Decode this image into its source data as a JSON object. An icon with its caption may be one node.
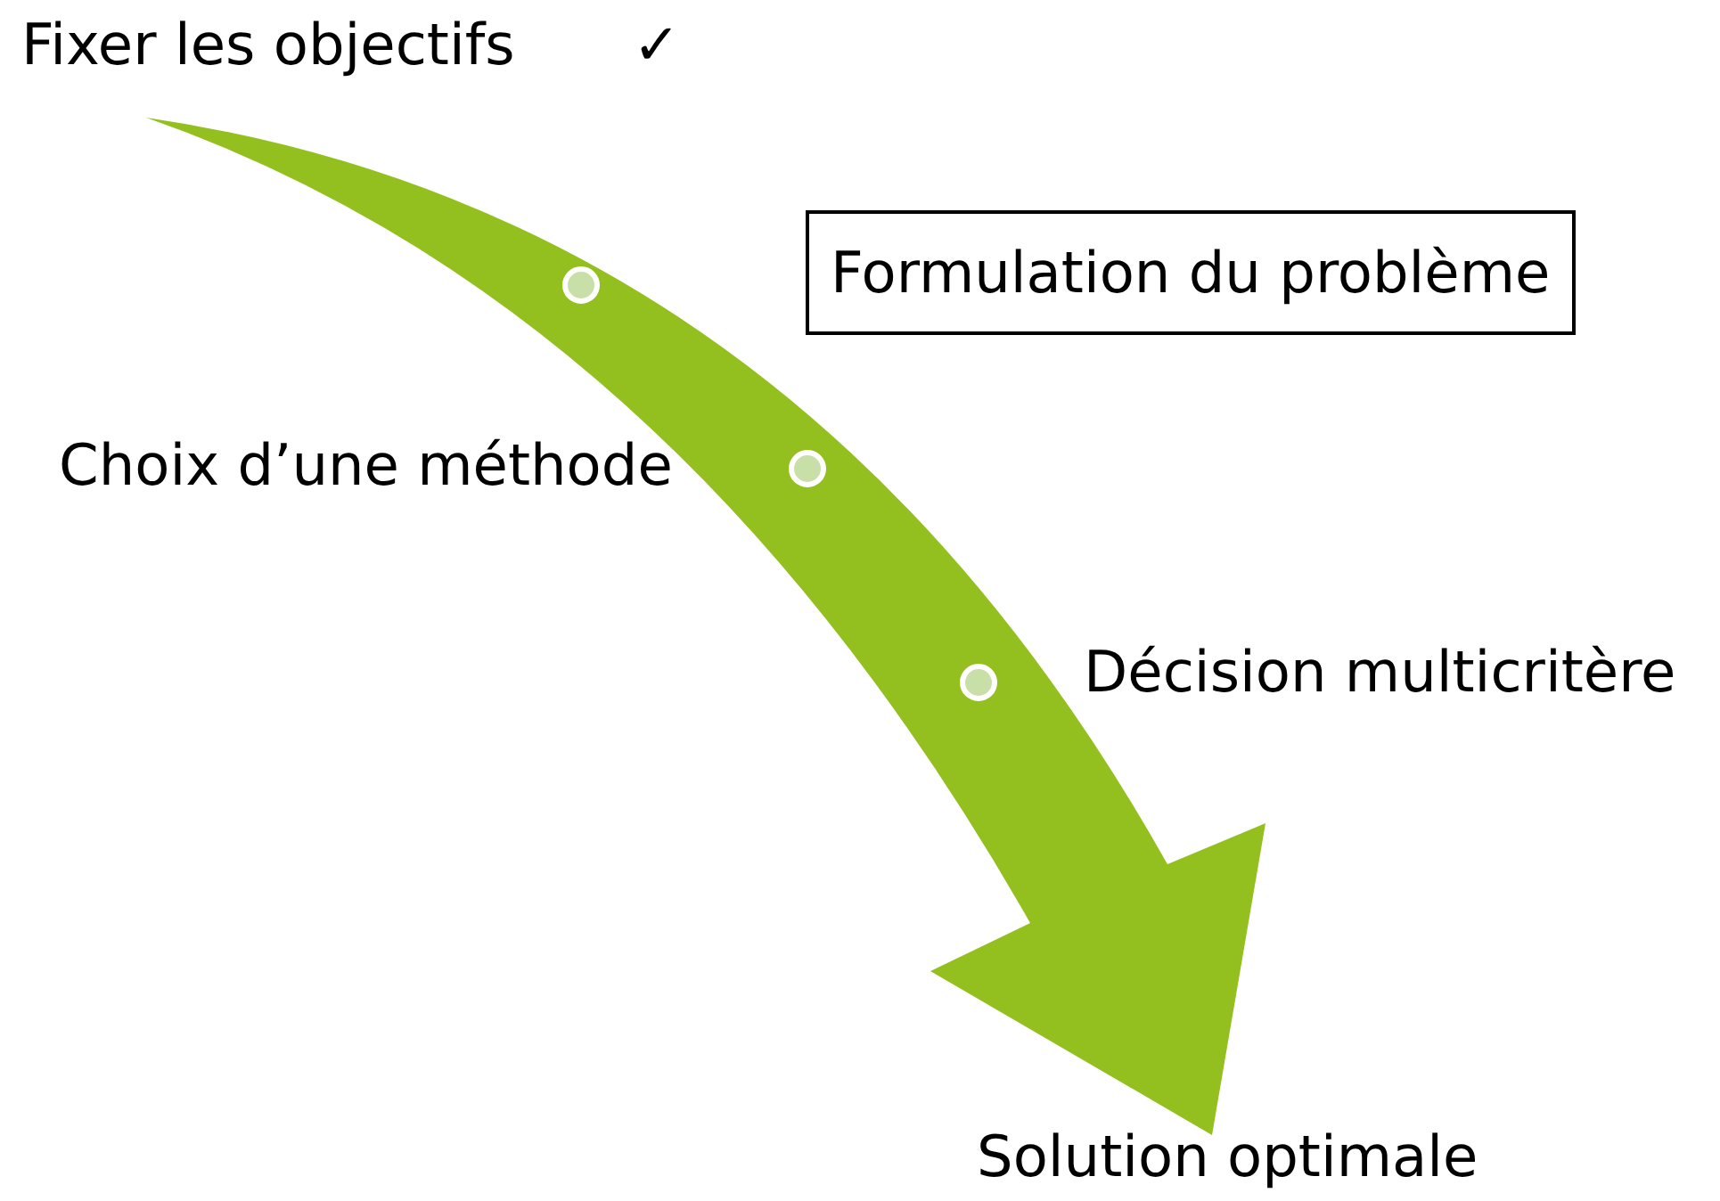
{
  "diagram": {
    "nodes": [
      {
        "text": [
          "Fixer les objectifs"
        ],
        "beside": [
          "✓"
        ]
      },
      {
        "text": [
          "Formulation du problème"
        ]
      },
      {
        "text": [
          "Choix d’une méthode"
        ]
      },
      {
        "text": [
          "Décision multicritère"
        ]
      },
      {
        "text": [
          "Solution optimale"
        ]
      }
    ],
    "edges": [
      {
        "from": 0,
        "to": 4,
        "arrow": "to",
        "style": "thick",
        "color": "#93c01f"
      }
    ]
  }
}
